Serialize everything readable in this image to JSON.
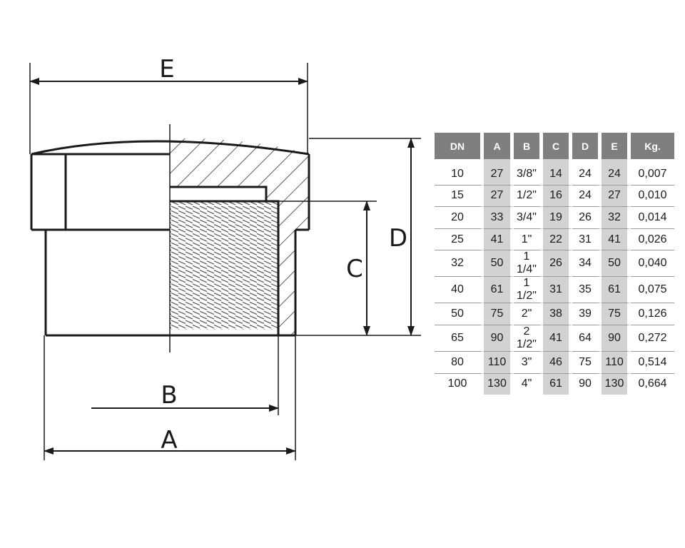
{
  "diagram": {
    "labels": {
      "A": "A",
      "B": "B",
      "C": "C",
      "D": "D",
      "E": "E"
    }
  },
  "table": {
    "headers": [
      "DN",
      "A",
      "B",
      "C",
      "D",
      "E",
      "Kg."
    ],
    "rows": [
      [
        "10",
        "27",
        "3/8\"",
        "14",
        "24",
        "24",
        "0,007"
      ],
      [
        "15",
        "27",
        "1/2\"",
        "16",
        "24",
        "27",
        "0,010"
      ],
      [
        "20",
        "33",
        "3/4\"",
        "19",
        "26",
        "32",
        "0,014"
      ],
      [
        "25",
        "41",
        "1\"",
        "22",
        "31",
        "41",
        "0,026"
      ],
      [
        "32",
        "50",
        "1 1/4\"",
        "26",
        "34",
        "50",
        "0,040"
      ],
      [
        "40",
        "61",
        "1 1/2\"",
        "31",
        "35",
        "61",
        "0,075"
      ],
      [
        "50",
        "75",
        "2\"",
        "38",
        "39",
        "75",
        "0,126"
      ],
      [
        "65",
        "90",
        "2 1/2\"",
        "41",
        "64",
        "90",
        "0,272"
      ],
      [
        "80",
        "110",
        "3\"",
        "46",
        "75",
        "110",
        "0,514"
      ],
      [
        "100",
        "130",
        "4\"",
        "61",
        "90",
        "130",
        "0,664"
      ]
    ],
    "colors": {
      "header_bg": "#7f7f7f",
      "header_text": "#ffffff",
      "shaded_cell": "#d2d2d2"
    }
  }
}
